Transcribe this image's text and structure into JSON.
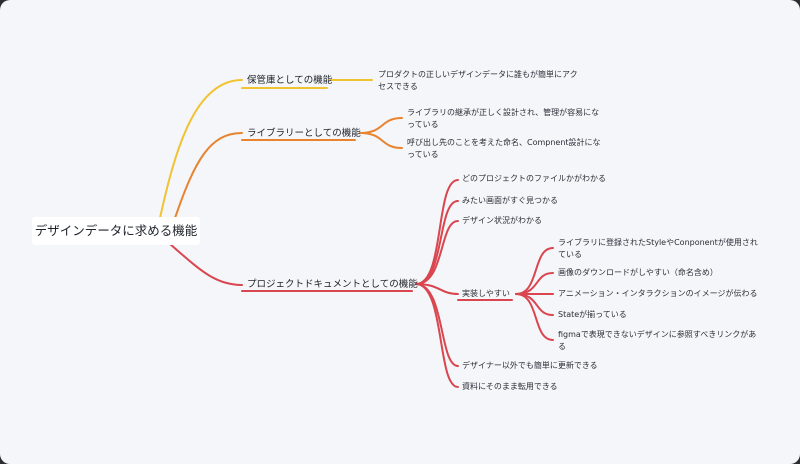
{
  "root": "デザインデータに求める機能",
  "colors": {
    "yellow": "#f1c232",
    "orange": "#e8832f",
    "red": "#d9464f",
    "background": "#f4f6f9"
  },
  "branches": [
    {
      "label": "保管庫としての機能",
      "children": [
        "プロダクトの正しいデザインデータに誰もが簡単にアクセスできる"
      ]
    },
    {
      "label": "ライブラリーとしての機能",
      "children": [
        "ライブラリの継承が正しく設計され、管理が容易になっている",
        "呼び出し先のことを考えた命名、Compnent設計になっている"
      ]
    },
    {
      "label": "プロジェクトドキュメントとしての機能",
      "children": [
        {
          "label": "どのプロジェクトのファイルかがわかる"
        },
        {
          "label": "みたい画面がすぐ見つかる"
        },
        {
          "label": "デザイン状況がわかる"
        },
        {
          "label": "実装しやすい",
          "children": [
            "ライブラリに登録されたStyleやConponentが使用されている",
            "画像のダウンロードがしやすい（命名含め）",
            "アニメーション・インタラクションのイメージが伝わる",
            "Stateが揃っている",
            "figmaで表現できないデザインに参照すべきリンクがある"
          ]
        },
        {
          "label": "デザイナー以外でも簡単に更新できる"
        },
        {
          "label": "資料にそのまま転用できる"
        }
      ]
    }
  ]
}
